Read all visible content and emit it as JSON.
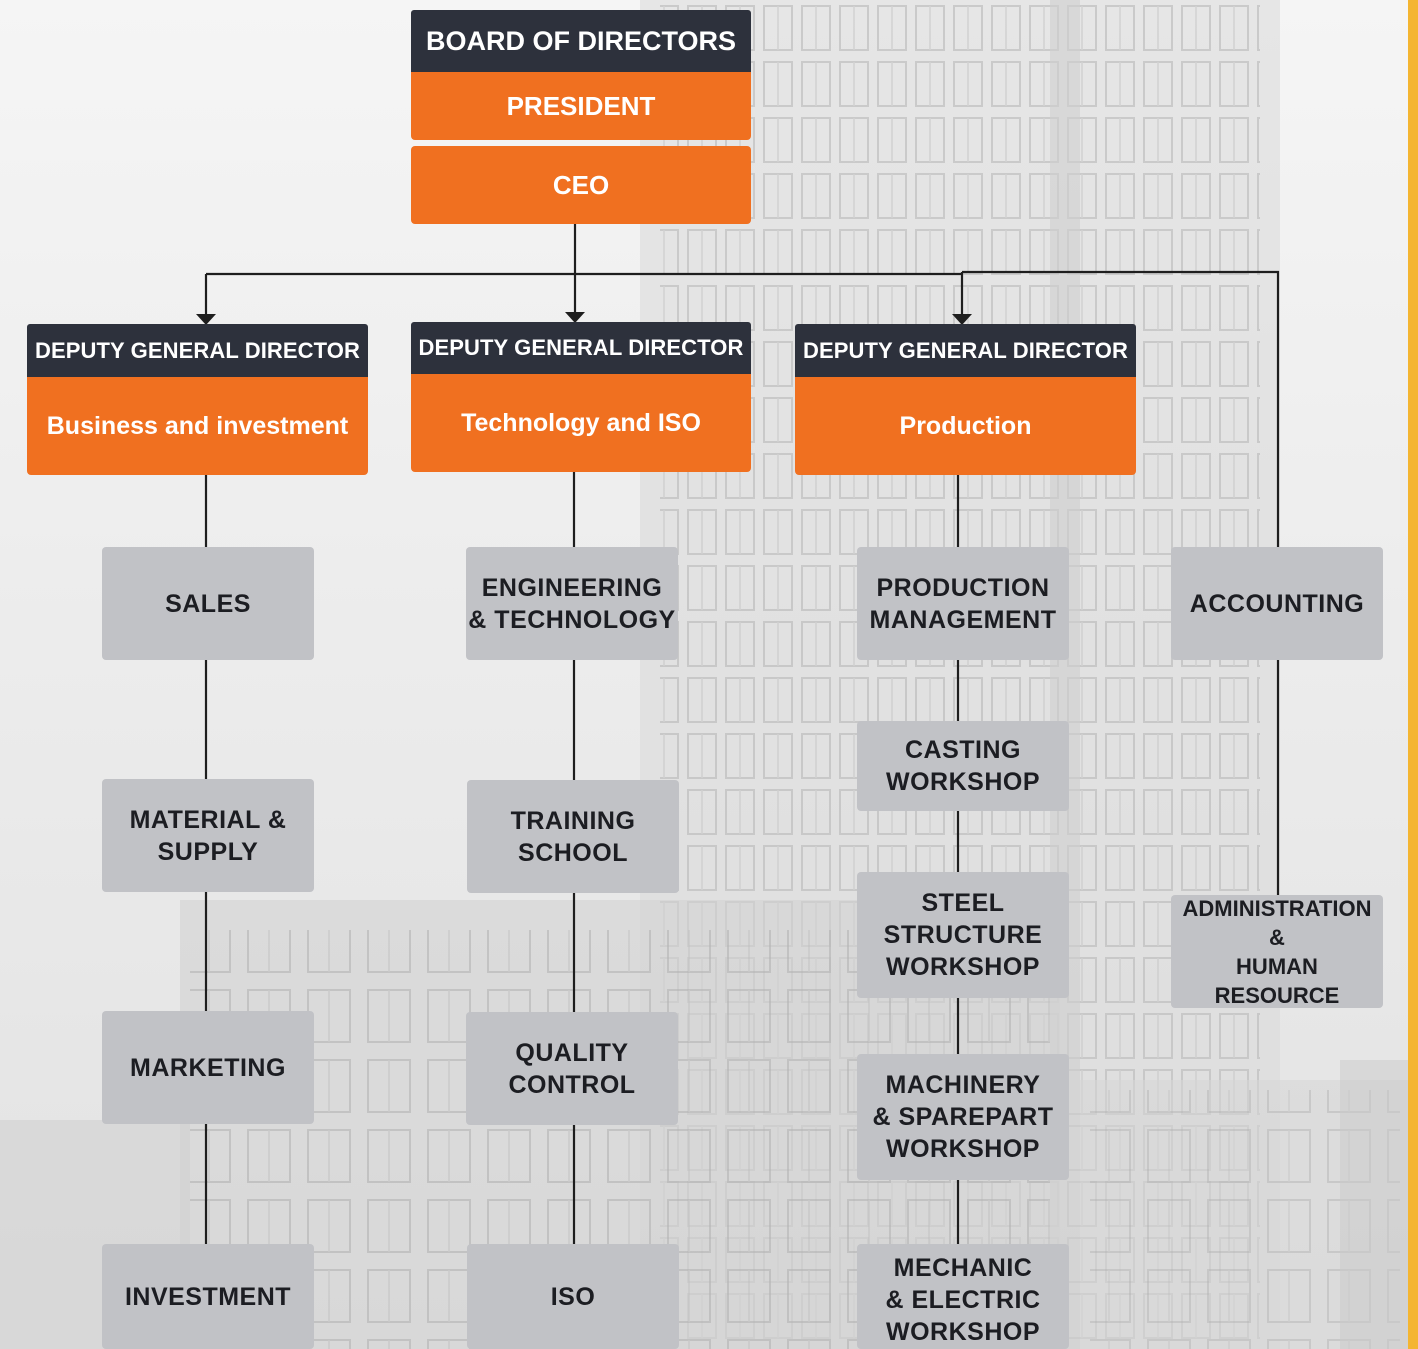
{
  "board": "BOARD OF DIRECTORS",
  "president": "PRESIDENT",
  "ceo": "CEO",
  "deputies": [
    {
      "title": "DEPUTY GENERAL DIRECTOR",
      "area": "Business and investment"
    },
    {
      "title": "DEPUTY GENERAL DIRECTOR",
      "area": "Technology and ISO"
    },
    {
      "title": "DEPUTY GENERAL DIRECTOR",
      "area": "Production"
    }
  ],
  "departments": {
    "business": [
      "SALES",
      "MATERIAL &\nSUPPLY",
      "MARKETING",
      "INVESTMENT"
    ],
    "technology": [
      "ENGINEERING\n& TECHNOLOGY",
      "TRAINING\nSCHOOL",
      "QUALITY\nCONTROL",
      "ISO"
    ],
    "production": [
      "PRODUCTION\nMANAGEMENT",
      "CASTING\nWORKSHOP",
      "STEEL\nSTRUCTURE\nWORKSHOP",
      "MACHINERY\n& SPAREPART\nWORKSHOP",
      "MECHANIC\n& ELECTRIC\nWORKSHOP"
    ],
    "direct": [
      "ACCOUNTING",
      "ADMINISTRATION\n&\nHUMAN RESOURCE"
    ]
  },
  "colors": {
    "header_dark": "#2d313c",
    "accent_orange": "#f07020",
    "department_gray": "#c1c2c6",
    "edge_strip": "#f4b531"
  }
}
